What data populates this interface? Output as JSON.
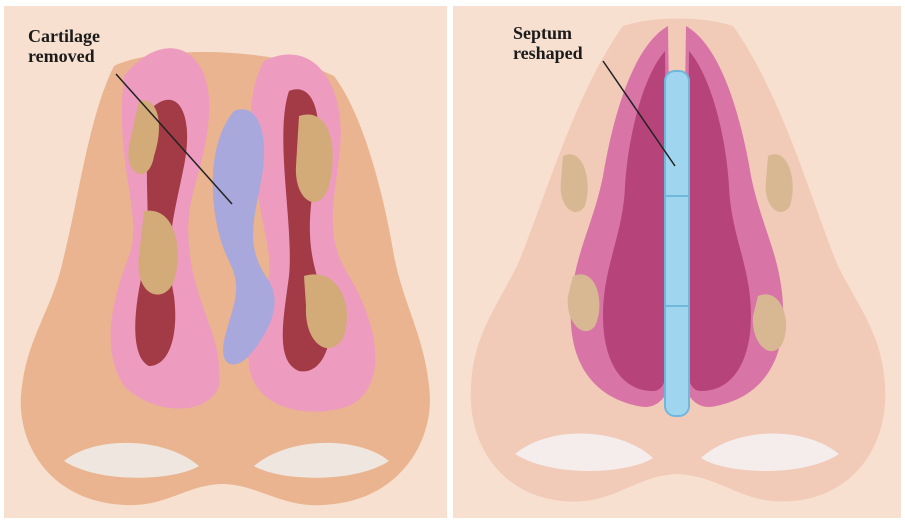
{
  "diagrams": [
    {
      "label_line1": "Cartilage",
      "label_line2": "removed",
      "colors": {
        "background": "#f7e0cf",
        "skin": "#e9b48f",
        "mucosa": "#ee9bc0",
        "cavity": "#a23b46",
        "bone": "#d2ab79",
        "cartilage": "#a9a8dc"
      }
    },
    {
      "label_line1": "Septum",
      "label_line2": "reshaped",
      "colors": {
        "background": "#f7e0cf",
        "skin": "#f1cbb8",
        "mucosa": "#d875a6",
        "cavity": "#b6447b",
        "bone": "#d7b893",
        "septum": "#9fd5ee"
      }
    }
  ]
}
